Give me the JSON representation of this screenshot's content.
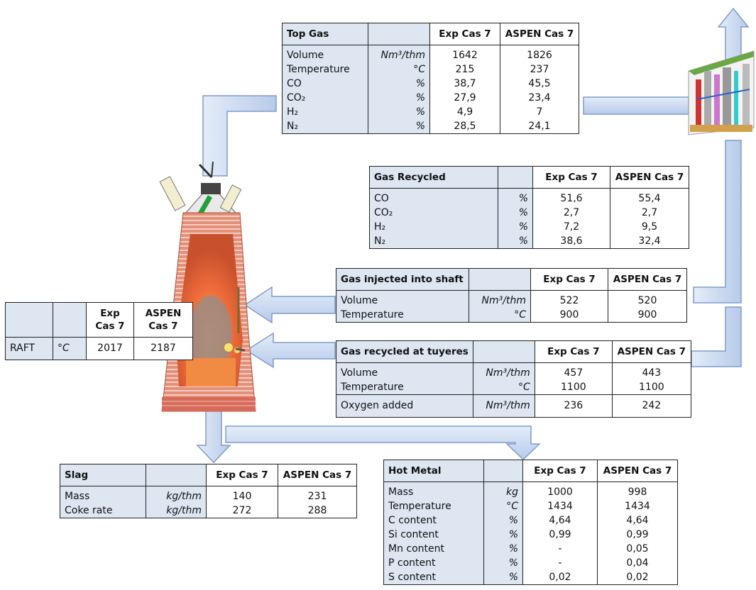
{
  "top_gas": {
    "title": "Top Gas",
    "col_exp": "Exp Cas 7",
    "col_aspen": "ASPEN Cas 7",
    "rows": [
      {
        "label": "Volume",
        "unit": "Nm³/thm",
        "exp": "1642",
        "aspen": "1826"
      },
      {
        "label": "Temperature",
        "unit": "°C",
        "exp": "215",
        "aspen": "237"
      },
      {
        "label": "CO",
        "unit": "%",
        "exp": "38,7",
        "aspen": "45,5"
      },
      {
        "label": "CO₂",
        "unit": "%",
        "exp": "27,9",
        "aspen": "23,4"
      },
      {
        "label": "H₂",
        "unit": "%",
        "exp": "4,9",
        "aspen": "7"
      },
      {
        "label": "N₂",
        "unit": "%",
        "exp": "28,5",
        "aspen": "24,1"
      }
    ]
  },
  "gas_recycled": {
    "title": "Gas Recycled",
    "col_exp": "Exp Cas 7",
    "col_aspen": "ASPEN Cas 7",
    "rows": [
      {
        "label": "CO",
        "unit": "%",
        "exp": "51,6",
        "aspen": "55,4"
      },
      {
        "label": "CO₂",
        "unit": "%",
        "exp": "2,7",
        "aspen": "2,7"
      },
      {
        "label": "H₂",
        "unit": "%",
        "exp": "7,2",
        "aspen": "9,5"
      },
      {
        "label": "N₂",
        "unit": "%",
        "exp": "38,6",
        "aspen": "32,4"
      }
    ]
  },
  "gas_injected_shaft": {
    "title": "Gas injected into shaft",
    "col_exp": "Exp Cas 7",
    "col_aspen": "ASPEN Cas 7",
    "rows": [
      {
        "label": "Volume",
        "unit": "Nm³/thm",
        "exp": "522",
        "aspen": "520"
      },
      {
        "label": "Temperature",
        "unit": "°C",
        "exp": "900",
        "aspen": "900"
      }
    ]
  },
  "gas_recycled_tuyeres": {
    "title": "Gas recycled at tuyeres",
    "col_exp": "Exp Cas 7",
    "col_aspen": "ASPEN Cas 7",
    "rows": [
      {
        "label": "Volume",
        "unit": "Nm³/thm",
        "exp": "457",
        "aspen": "443"
      },
      {
        "label": "Temperature",
        "unit": "°C",
        "exp": "1100",
        "aspen": "1100"
      }
    ],
    "oxygen": {
      "label": "Oxygen added",
      "unit": "Nm³/thm",
      "exp": "236",
      "aspen": "242"
    }
  },
  "raft": {
    "col_exp_1": "Exp",
    "col_exp_2": "Cas 7",
    "col_aspen_1": "ASPEN",
    "col_aspen_2": "Cas 7",
    "label": "RAFT",
    "unit": "°C",
    "exp": "2017",
    "aspen": "2187"
  },
  "slag": {
    "title": "Slag",
    "col_exp": "Exp Cas 7",
    "col_aspen": "ASPEN Cas 7",
    "rows": [
      {
        "label": "Mass",
        "unit": "kg/thm",
        "exp": "140",
        "aspen": "231"
      },
      {
        "label": "Coke rate",
        "unit": "kg/thm",
        "exp": "272",
        "aspen": "288"
      }
    ]
  },
  "hot_metal": {
    "title": "Hot Metal",
    "col_exp": "Exp Cas 7",
    "col_aspen": "ASPEN Cas 7",
    "rows": [
      {
        "label": "Mass",
        "unit": "kg",
        "exp": "1000",
        "aspen": "998"
      },
      {
        "label": "Temperature",
        "unit": "°C",
        "exp": "1434",
        "aspen": "1434"
      },
      {
        "label": "C content",
        "unit": "%",
        "exp": "4,64",
        "aspen": "4,64"
      },
      {
        "label": "Si content",
        "unit": "%",
        "exp": "0,99",
        "aspen": "0,99"
      },
      {
        "label": "Mn content",
        "unit": "%",
        "exp": "-",
        "aspen": "0,05"
      },
      {
        "label": "P content",
        "unit": "%",
        "exp": "-",
        "aspen": "0,04"
      },
      {
        "label": "S content",
        "unit": "%",
        "exp": "0,02",
        "aspen": "0,02"
      }
    ]
  },
  "colors": {
    "arrow_fill": "#c9d9f2",
    "arrow_stroke": "#7f9ccb",
    "table_fill": "#dde6f1",
    "furnace_shell": "#d9826a",
    "furnace_core": "#f0703a"
  }
}
